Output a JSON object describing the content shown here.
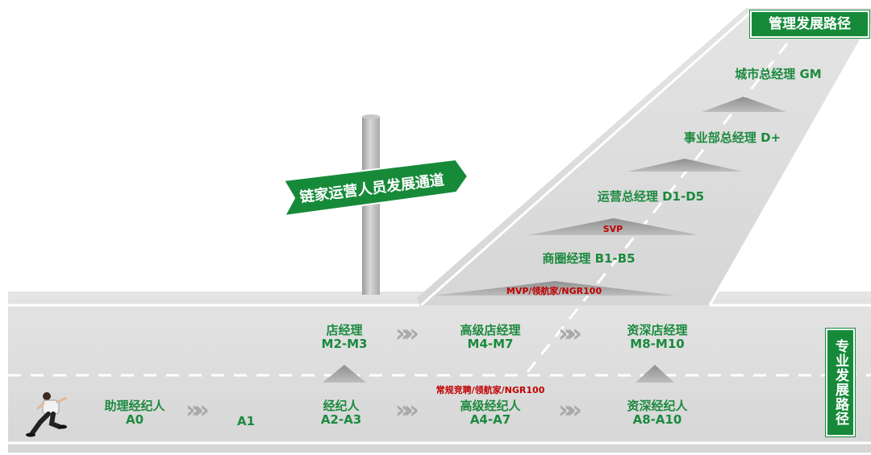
{
  "sign": {
    "text": "链家运营人员发展通道"
  },
  "management_badge": "管理发展路径",
  "professional_badge": "专业发展路径",
  "management_levels": [
    {
      "title": "城市总经理 GM"
    },
    {
      "title": "事业部总经理 D+"
    },
    {
      "title": "运营总经理 D1-D5"
    },
    {
      "title": "商圈经理 B1-B5"
    }
  ],
  "management_notes": {
    "svp": "SVP",
    "mvp": "MVP/领航家/NGR100"
  },
  "upper_lane": [
    {
      "title": "店经理",
      "code": "M2-M3"
    },
    {
      "title": "高级店经理",
      "code": "M4-M7"
    },
    {
      "title": "资深店经理",
      "code": "M8-M10"
    }
  ],
  "lower_lane": [
    {
      "title": "助理经纪人",
      "code": "A0"
    },
    {
      "title": "",
      "code": "A1"
    },
    {
      "title": "经纪人",
      "code": "A2-A3"
    },
    {
      "title": "高级经纪人",
      "code": "A4-A7"
    },
    {
      "title": "资深经纪人",
      "code": "A8-A10"
    }
  ],
  "lower_note": "常规竞聘/领航家/NGR100",
  "arrow_glyph": "»»",
  "colors": {
    "green": "#1b8a3e",
    "badge_green": "#178a3a",
    "red": "#c00000",
    "road": "#d9d9d9",
    "line": "#ffffff"
  }
}
